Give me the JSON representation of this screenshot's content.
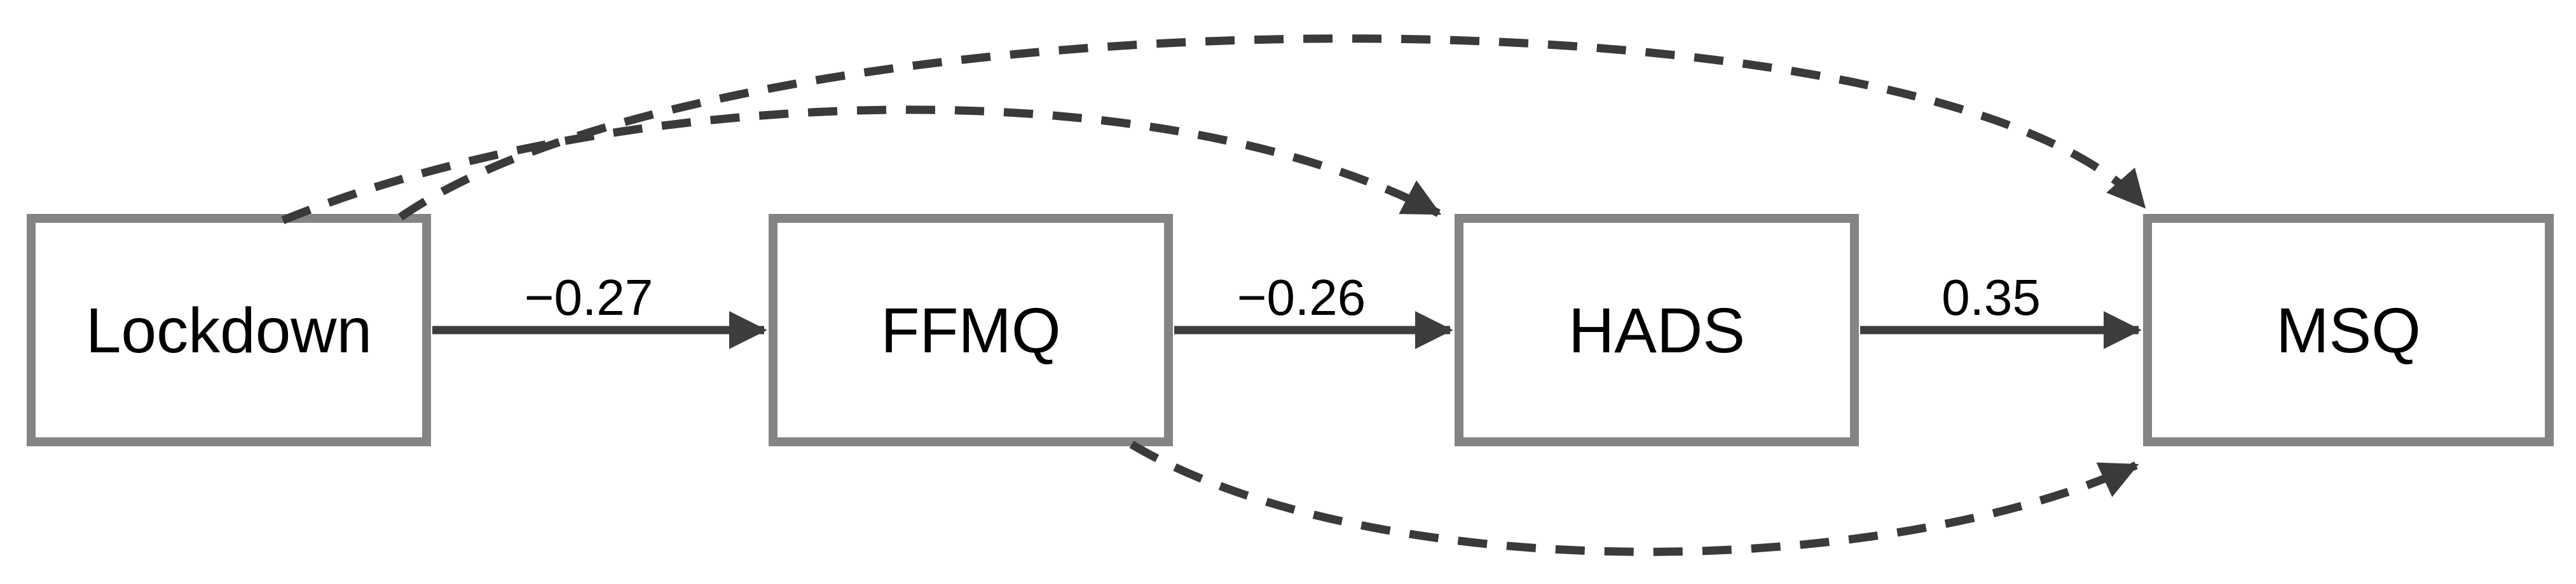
{
  "diagram": {
    "type": "mediation-path-model",
    "nodes": [
      {
        "id": "lockdown",
        "label": "Lockdown"
      },
      {
        "id": "ffmq",
        "label": "FFMQ"
      },
      {
        "id": "hads",
        "label": "HADS"
      },
      {
        "id": "msq",
        "label": "MSQ"
      }
    ],
    "direct_paths": [
      {
        "from": "Lockdown",
        "to": "FFMQ",
        "coefficient": "−0.27",
        "style": "solid"
      },
      {
        "from": "FFMQ",
        "to": "HADS",
        "coefficient": "−0.26",
        "style": "solid"
      },
      {
        "from": "HADS",
        "to": "MSQ",
        "coefficient": "0.35",
        "style": "solid"
      }
    ],
    "dashed_paths": [
      {
        "from": "Lockdown",
        "to": "MSQ"
      },
      {
        "from": "Lockdown",
        "to": "HADS"
      },
      {
        "from": "FFMQ",
        "to": "MSQ"
      }
    ],
    "colors": {
      "background": "#ffffff",
      "box_border": "#848484",
      "arrow": "#3d3d3d",
      "dashed_arrow": "#3a3a3a",
      "text": "#000000"
    }
  }
}
